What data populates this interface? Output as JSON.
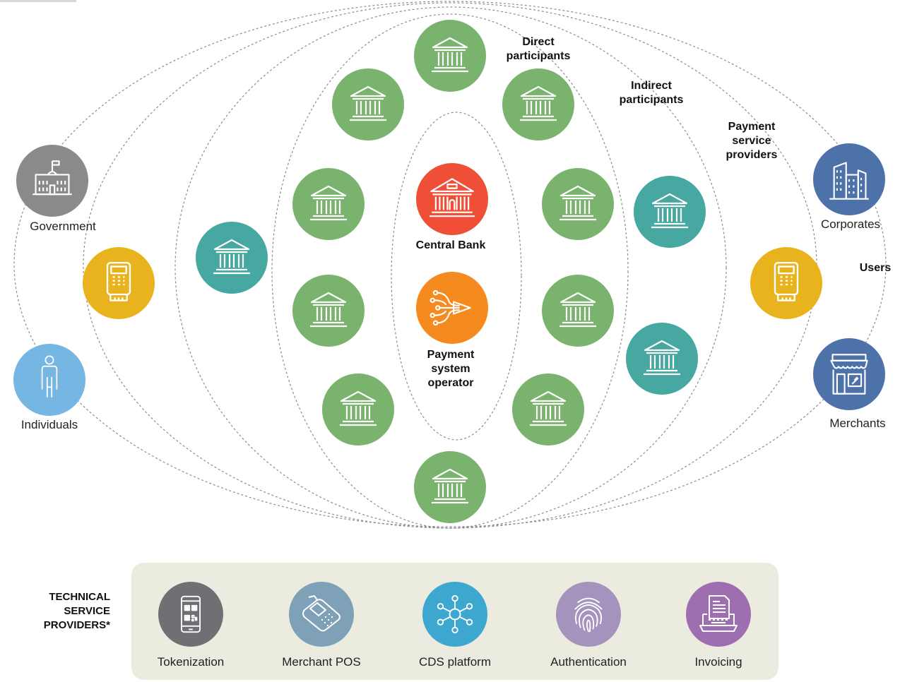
{
  "colors": {
    "bank_green": "#7ab36e",
    "bank_teal": "#46a8a0",
    "central_bank_red": "#ef4f36",
    "operator_orange": "#f58a1f",
    "psp_yellow": "#e9b31e",
    "government_gray": "#8a8a8c",
    "individuals_blue": "#76b6e3",
    "users_navy": "#4d72a9",
    "tokenization_gray": "#6f7073",
    "merchant_pos_steel": "#7ea1b7",
    "cds_blue": "#3ea7cf",
    "authentication_lilac": "#a493bd",
    "invoicing_purple": "#9e6fb0",
    "panel_bg": "#ecebdf",
    "dashed_line": "#8c8c8c"
  },
  "rings": {
    "direct_participants": "Direct\nparticipants",
    "indirect_participants": "Indirect\nparticipants",
    "payment_service_providers": "Payment\nservice\nproviders",
    "users": "Users"
  },
  "core": {
    "central_bank": "Central Bank",
    "payment_system_operator": "Payment\nsystem\noperator"
  },
  "users": {
    "government": "Government",
    "individuals": "Individuals",
    "corporates": "Corporates",
    "merchants": "Merchants"
  },
  "technical": {
    "title": "TECHNICAL\nSERVICE\nPROVIDERS*",
    "items": [
      {
        "label": "Tokenization",
        "icon": "smartphone-qr-icon"
      },
      {
        "label": "Merchant POS",
        "icon": "pos-terminal-icon"
      },
      {
        "label": "CDS platform",
        "icon": "network-hub-icon"
      },
      {
        "label": "Authentication",
        "icon": "fingerprint-icon"
      },
      {
        "label": "Invoicing",
        "icon": "invoice-laptop-icon"
      }
    ]
  }
}
